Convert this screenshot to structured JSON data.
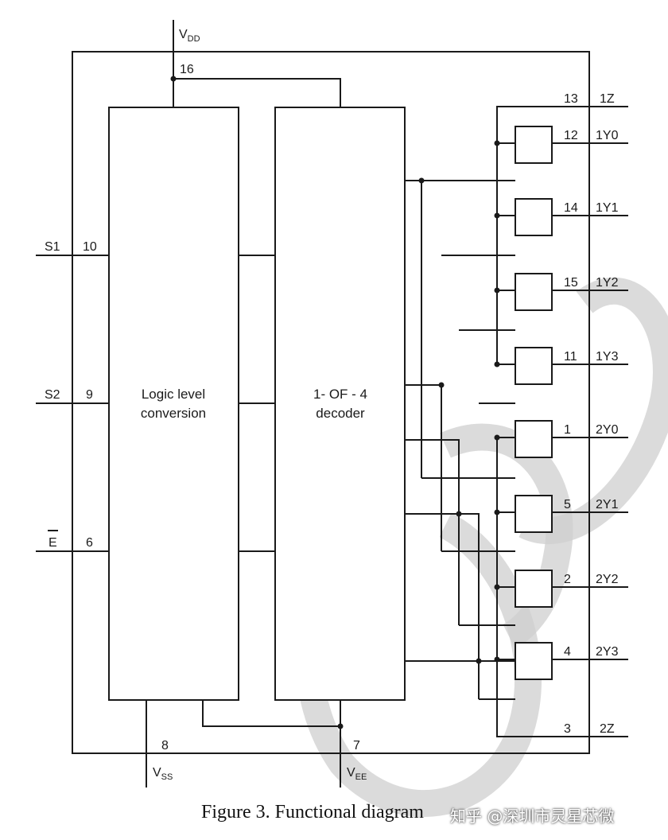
{
  "supply": {
    "vdd": {
      "main": "V",
      "sub": "DD",
      "pin": "16"
    },
    "vss": {
      "main": "V",
      "sub": "SS",
      "pin": "8"
    },
    "vee": {
      "main": "V",
      "sub": "EE",
      "pin": "7"
    }
  },
  "inputs": [
    {
      "name": "S1",
      "pin": "10"
    },
    {
      "name": "S2",
      "pin": "9"
    },
    {
      "name": "E",
      "pin": "6",
      "overbar": true
    }
  ],
  "blocks": {
    "logic": [
      "Logic level",
      "conversion"
    ],
    "decoder": [
      "1- OF - 4",
      "decoder"
    ]
  },
  "common": [
    {
      "pin": "13",
      "name": "1Z"
    },
    {
      "pin": "3",
      "name": "2Z"
    }
  ],
  "outputs": [
    {
      "pin": "12",
      "name": "1Y0"
    },
    {
      "pin": "14",
      "name": "1Y1"
    },
    {
      "pin": "15",
      "name": "1Y2"
    },
    {
      "pin": "11",
      "name": "1Y3"
    },
    {
      "pin": "1",
      "name": "2Y0"
    },
    {
      "pin": "5",
      "name": "2Y1"
    },
    {
      "pin": "2",
      "name": "2Y2"
    },
    {
      "pin": "4",
      "name": "2Y3"
    }
  ],
  "caption": "Figure 3. Functional diagram",
  "watermark": "知乎 @深圳市灵星芯微"
}
